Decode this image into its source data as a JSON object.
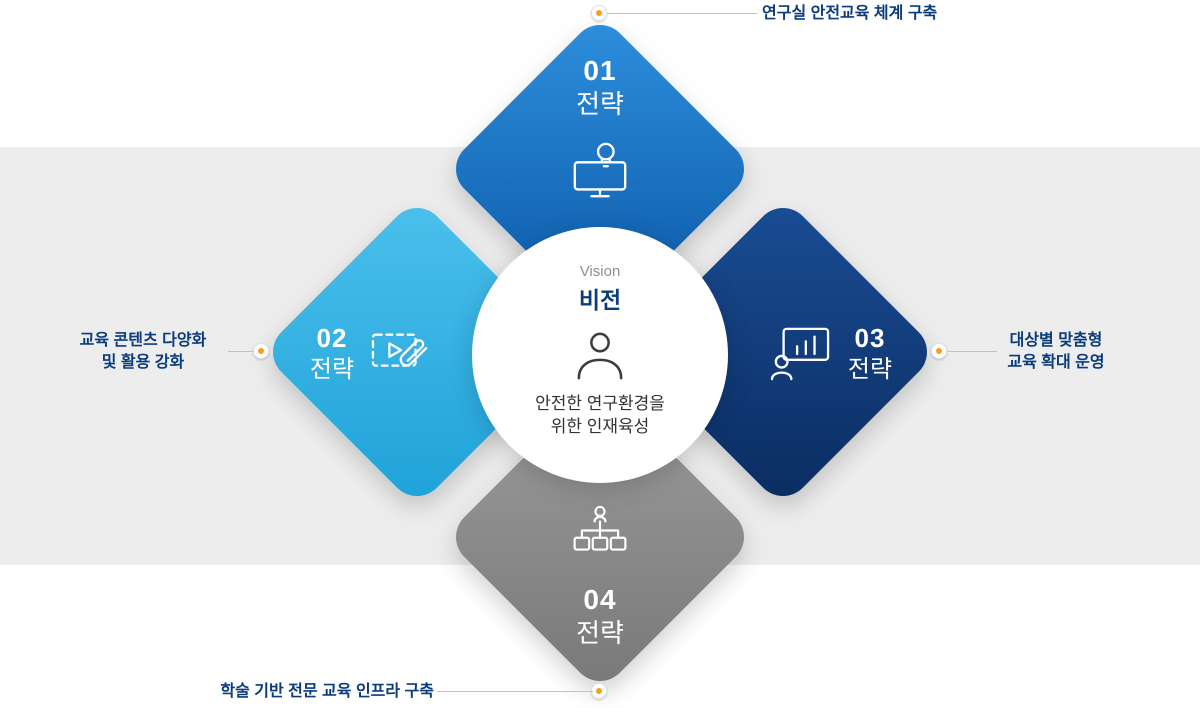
{
  "vision": {
    "label_en": "Vision",
    "label_ko": "비전",
    "statement_line1": "안전한 연구환경을",
    "statement_line2": "위한 인재육성",
    "icon": "person-icon"
  },
  "strategies": [
    {
      "number": "01",
      "label": "전략",
      "position": "top",
      "icon": "monitor-idea-icon",
      "color": "#1473c6",
      "callout_line1": "연구실 안전교육 체계 구축"
    },
    {
      "number": "02",
      "label": "전략",
      "position": "left",
      "icon": "media-attachment-icon",
      "color": "#35b2e4",
      "callout_line1": "교육 콘텐츠 다양화",
      "callout_line2": "및 활용 강화"
    },
    {
      "number": "03",
      "label": "전략",
      "position": "right",
      "icon": "presenter-chart-icon",
      "color": "#0e3a7c",
      "callout_line1": "대상별 맞춤형",
      "callout_line2": "교육 확대 운영"
    },
    {
      "number": "04",
      "label": "전략",
      "position": "bottom",
      "icon": "org-chart-icon",
      "color": "#8c8c8c",
      "callout_line1": "학술 기반 전문 교육 인프라 구축"
    }
  ],
  "colors": {
    "strategy_01_blue": "#1473c6",
    "strategy_02_cyan": "#35b2e4",
    "strategy_03_navy": "#0e3a7c",
    "strategy_04_gray": "#8c8c8c",
    "callout_text_navy": "#0a3c7d",
    "connector_dot_orange": "#f59f1a",
    "background_band_gray": "#ededed"
  }
}
